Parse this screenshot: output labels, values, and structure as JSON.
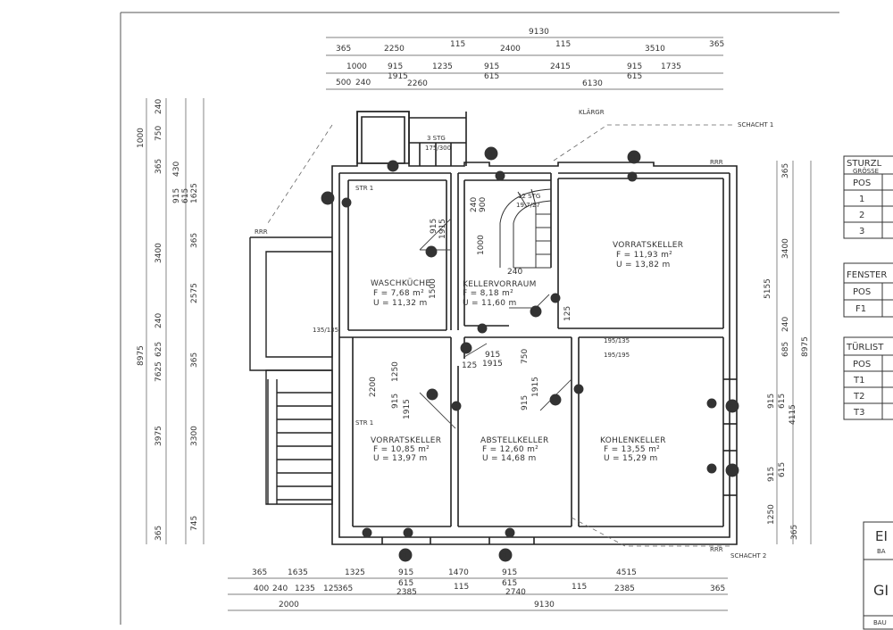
{
  "sheet": {
    "rooms": [
      {
        "id": "waschkuche",
        "name": "WASCHKÜCHE",
        "area": "F = 7,68 m²",
        "perimeter": "U = 11,32 m"
      },
      {
        "id": "kellervorraum",
        "name": "KELLERVORRAUM",
        "area": "F = 8,18 m²",
        "perimeter": "U = 11,60 m"
      },
      {
        "id": "vorratskeller-ne",
        "name": "VORRATSKELLER",
        "area": "F = 11,93 m²",
        "perimeter": "U = 13,82 m"
      },
      {
        "id": "vorratskeller-sw",
        "name": "VORRATSKELLER",
        "area": "F = 10,85 m²",
        "perimeter": "U = 13,97 m"
      },
      {
        "id": "abstellkeller",
        "name": "ABSTELLKELLER",
        "area": "F = 12,60 m²",
        "perimeter": "U = 14,68 m"
      },
      {
        "id": "kohlenkeller",
        "name": "KOHLENKELLER",
        "area": "F = 13,55 m²",
        "perimeter": "U = 15,29 m"
      }
    ],
    "top_dims": {
      "total": "9130",
      "row1": [
        "365",
        "2250",
        "115",
        "2400",
        "115",
        "3510",
        "365"
      ],
      "row2": [
        "1000",
        "915",
        "1235",
        "915",
        "2415",
        "915",
        "1735"
      ],
      "row2_sub": [
        "1915",
        "615",
        "615"
      ],
      "row3": [
        "500",
        "240",
        "2260",
        "6130"
      ]
    },
    "bottom_dims": {
      "row1": [
        "365",
        "1635",
        "1325",
        "915",
        "1470",
        "915",
        "4515"
      ],
      "row2": [
        "400",
        "240",
        "1235",
        "125",
        "365",
        "615",
        "615",
        "2385"
      ],
      "row2_mid": [
        "2385",
        "115",
        "2740",
        "115",
        "365"
      ],
      "row3": [
        "2000",
        "9130"
      ]
    },
    "left_dims": [
      "240",
      "750",
      "1000",
      "365",
      "430",
      "915",
      "615",
      "1625",
      "3400",
      "365",
      "2575",
      "240",
      "625",
      "365",
      "8975",
      "7625",
      "3975",
      "3300",
      "745",
      "365"
    ],
    "right_dims": [
      "365",
      "3400",
      "5155",
      "240",
      "685",
      "8975",
      "915",
      "615",
      "4115",
      "615",
      "915",
      "1250",
      "365"
    ],
    "interior_dims": [
      "915",
      "1915",
      "1500",
      "1250",
      "2200",
      "915",
      "1915",
      "915",
      "1915",
      "750",
      "915",
      "1915",
      "125",
      "125",
      "240",
      "900",
      "1000",
      "240"
    ],
    "labels": {
      "klarger": "KLÄRGR",
      "schacht1": "SCHACHT 1",
      "schacht2": "SCHACHT 2",
      "rrr1": "RRR",
      "rrr2": "RRR",
      "rrr3": "RRR",
      "stgl_top": "3 STG",
      "stgl_top_ratio": "175/300",
      "stgl_stair": "12 STG",
      "stgl_stair_ratio": "19,7/27",
      "str1": "STR 1",
      "str2": "STR 1",
      "vent1": "195/135",
      "vent2": "195/195",
      "vent3": "135/135"
    },
    "markers": [
      "F1",
      "F1",
      "F1",
      "F1",
      "F1",
      "F1",
      "F1",
      "T1",
      "T2",
      "T3",
      "T2",
      "T3",
      "T2",
      "1",
      "1",
      "1",
      "1",
      "1",
      "1",
      "1",
      "1",
      "2",
      "3",
      "3",
      "3"
    ],
    "tables": {
      "sturz": {
        "title": "STURZL",
        "sub": "GRÖSSE",
        "col": "POS",
        "rows": [
          "1",
          "2",
          "3"
        ]
      },
      "fenster": {
        "title": "FENSTER",
        "col": "POS",
        "rows": [
          "F1"
        ]
      },
      "tur": {
        "title": "TÜRLIST",
        "col": "POS",
        "rows": [
          "T1",
          "T2",
          "T3"
        ]
      }
    },
    "title_block": {
      "line1": "EI",
      "line1b": "BA",
      "line2": "GI",
      "line3": "BAU"
    }
  }
}
